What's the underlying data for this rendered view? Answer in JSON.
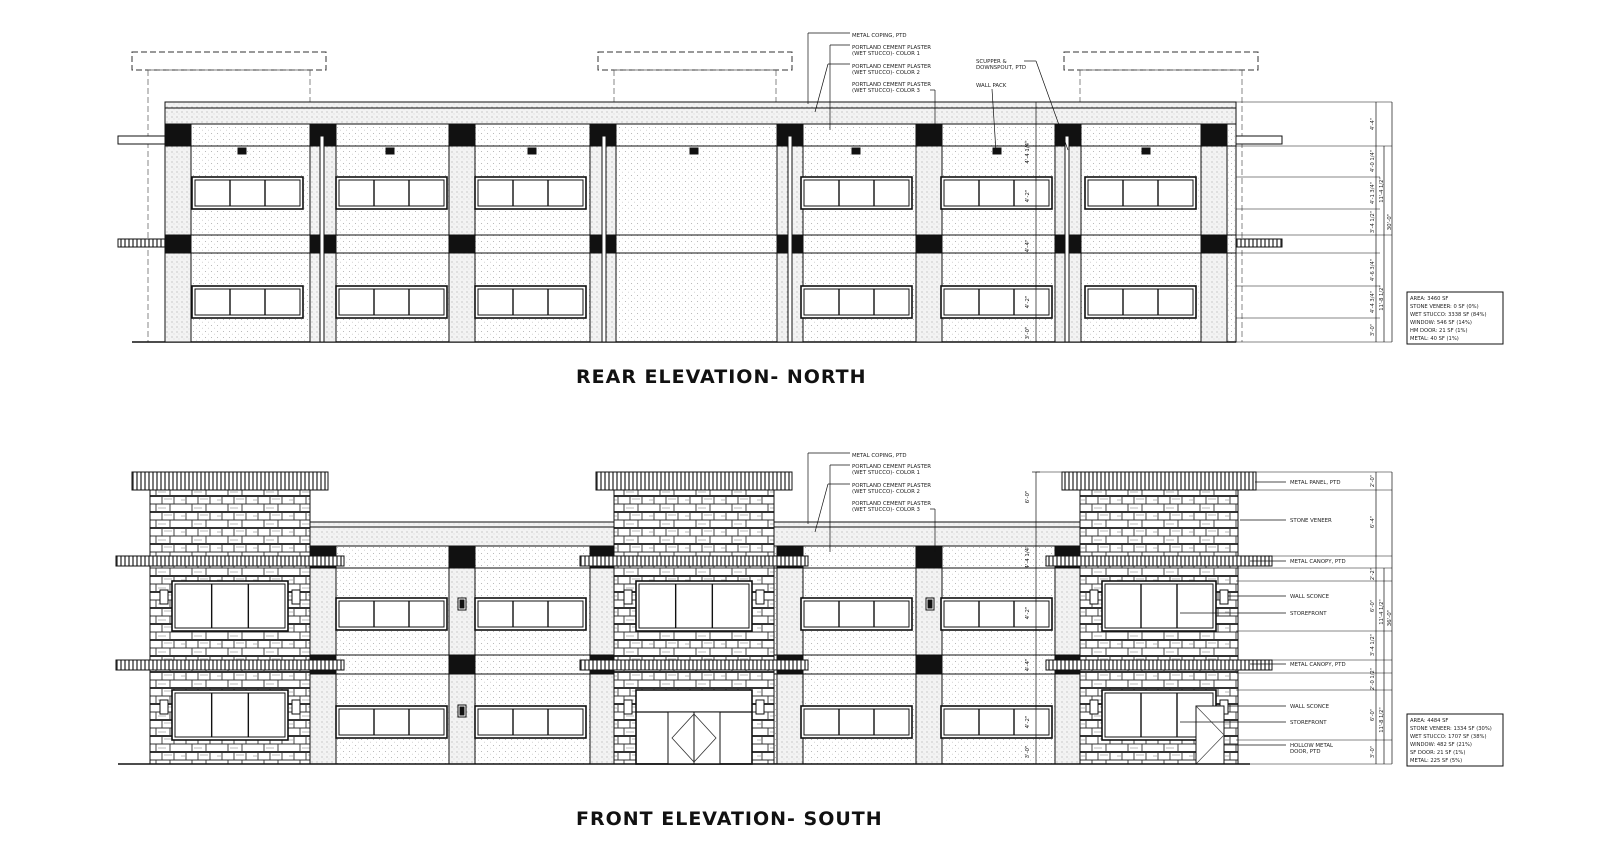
{
  "rear": {
    "title": "REAR ELEVATION- NORTH",
    "callouts": [
      "METAL COPING, PTD",
      "PORTLAND CEMENT PLASTER",
      "(WET STUCCO)- COLOR 1",
      "PORTLAND CEMENT PLASTER",
      "(WET STUCCO)- COLOR 2",
      "PORTLAND CEMENT PLASTER",
      "(WET STUCCO)- COLOR 3",
      "SCUPPER &",
      "DOWNSPOUT, PTD",
      "WALL PACK"
    ],
    "inner_dims": [
      "4'-4 1/4\"",
      "4'-2\"",
      "4'-4\"",
      "4'-2\"",
      "3'-0\""
    ],
    "right_dims": [
      "4'-4\"",
      "4'-0 1/4\"",
      "4'-1 3/4\"",
      "3'-4 1/2\"",
      "4'-6 3/4\"",
      "4'-4 3/4\"",
      "3'-0\""
    ],
    "right_totals": [
      "11'-4 1/2\"",
      "11'-8 1/2\""
    ],
    "overall": "30'-0\"",
    "stats": [
      "AREA: 3460 SF",
      "STONE VENEER: 0 SF (0%)",
      "WET STUCCO: 3338 SF (84%)",
      "WINDOW: 546 SF (14%)",
      "HM DOOR: 21 SF (1%)",
      "METAL: 40 SF (1%)"
    ]
  },
  "front": {
    "title": "FRONT ELEVATION- SOUTH",
    "callouts": [
      "METAL COPING, PTD",
      "PORTLAND CEMENT PLASTER",
      "(WET STUCCO)- COLOR 1",
      "PORTLAND CEMENT PLASTER",
      "(WET STUCCO)- COLOR 2",
      "PORTLAND CEMENT PLASTER",
      "(WET STUCCO)- COLOR 3"
    ],
    "right_callouts": [
      "METAL PANEL, PTD",
      "STONE VENEER",
      "METAL CANOPY, PTD",
      "WALL SCONCE",
      "STOREFRONT",
      "METAL CANOPY, PTD",
      "WALL SCONCE",
      "STOREFRONT",
      "HOLLOW METAL",
      "DOOR, PTD"
    ],
    "inner_dims": [
      "6'-0\"",
      "4'-4 1/4\"",
      "4'-2\"",
      "4'-4\"",
      "4'-2\"",
      "3'-0\""
    ],
    "right_dims": [
      "2'-0\"",
      "6'-4\"",
      "2'-2\"",
      "6'-0\"",
      "3'-4 1/2\"",
      "2'-0 1/2\"",
      "6'-0\"",
      "3'-0\""
    ],
    "right_totals": [
      "11'-4 1/2\"",
      "11'-8 1/2\""
    ],
    "overall": "36'-0\"",
    "stats": [
      "AREA: 4484 SF",
      "STONE VENEER: 1334 SF (30%)",
      "WET STUCCO: 1707 SF (38%)",
      "WINDOW: 482 SF (21%)",
      "SF DOOR: 21 SF (1%)",
      "METAL: 225 SF (5%)"
    ]
  }
}
